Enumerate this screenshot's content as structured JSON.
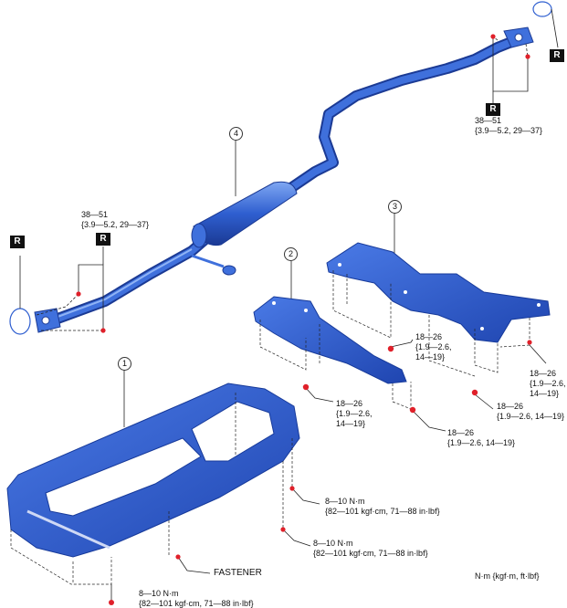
{
  "badges": {
    "r": "R"
  },
  "callouts": {
    "n1": "1",
    "n2": "2",
    "n3": "3",
    "n4": "4"
  },
  "torque": {
    "t_front_pipe_a": "38—51",
    "t_front_pipe_b": "{3.9—5.2, 29—37}",
    "t_rear_pipe_a": "38—51",
    "t_rear_pipe_b": "{3.9—5.2, 29—37}",
    "t_c3_left_a": "18—26",
    "t_c3_left_b": "{1.9—2.6,",
    "t_c3_left_c": "14—19}",
    "t_c3_right_a": "18—26",
    "t_c3_right_b": "{1.9—2.6,",
    "t_c3_right_c": "14—19}",
    "t_c3_bottom_a": "18—26",
    "t_c3_bottom_b": "{1.9—2.6, 14—19}",
    "t_c2_left_a": "18—26",
    "t_c2_left_b": "{1.9—2.6,",
    "t_c2_left_c": "14—19}",
    "t_c2_right_a": "18—26",
    "t_c2_right_b": "{1.9—2.6, 14—19}",
    "t_c1_a1": "8—10 N·m",
    "t_c1_a2": "{82—101 kgf·cm, 71—88 in·lbf}",
    "t_c1_b1": "8—10 N·m",
    "t_c1_b2": "{82—101 kgf·cm, 71—88 in·lbf}",
    "t_c1_c1": "8—10 N·m",
    "t_c1_c2": "{82—101 kgf·cm, 71—88 in·lbf}",
    "fastener": "FASTENER",
    "units": "N·m {kgf·m, ft·lbf}"
  },
  "colors": {
    "part_blue": "#2f5fd0",
    "part_dark": "#1e3f9c",
    "bolt_red": "#e0202a"
  }
}
